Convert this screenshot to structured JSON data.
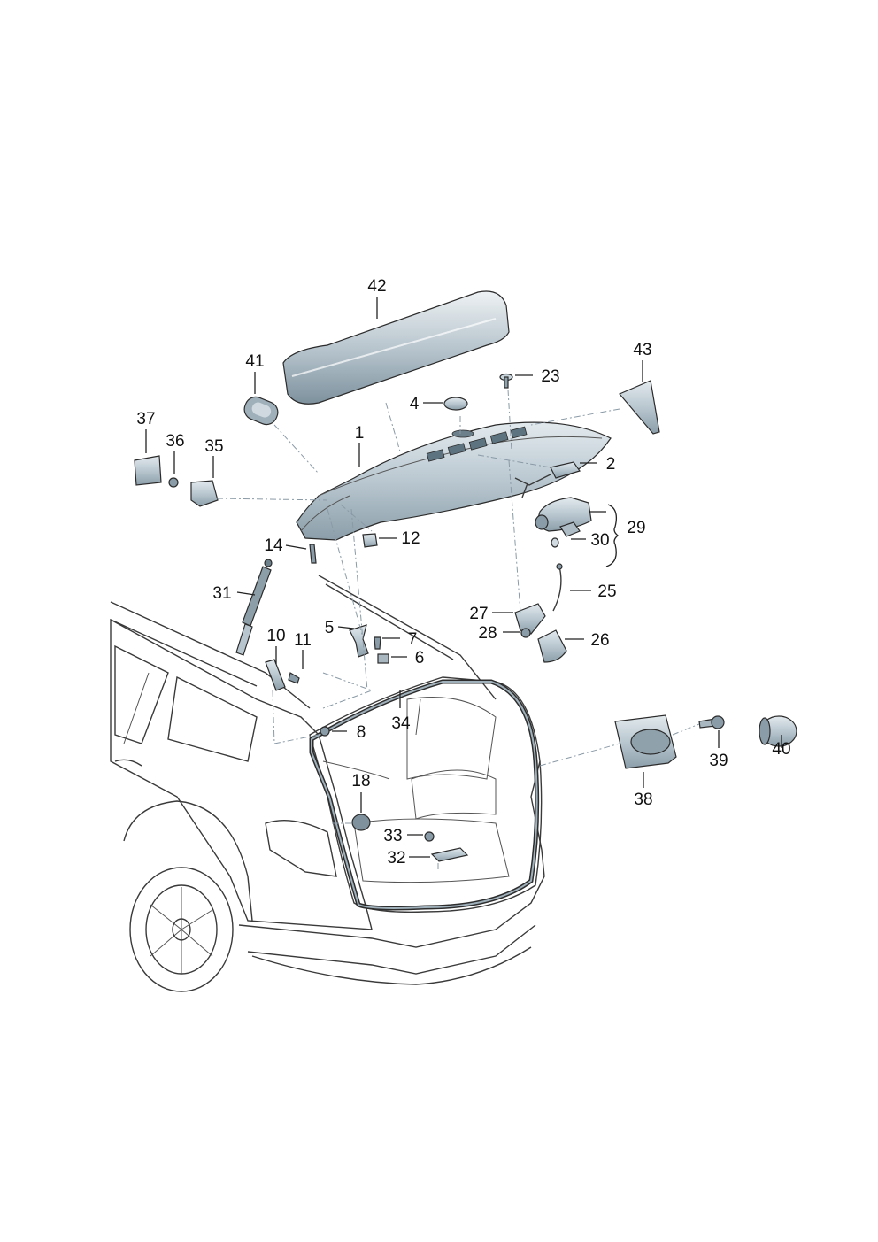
{
  "labels": {
    "l1": "1",
    "l2": "2",
    "l4": "4",
    "l5": "5",
    "l6": "6",
    "l7": "7",
    "l8": "8",
    "l10": "10",
    "l11": "11",
    "l12": "12",
    "l14": "14",
    "l18": "18",
    "l23": "23",
    "l25": "25",
    "l26": "26",
    "l27": "27",
    "l28": "28",
    "l29": "29",
    "l30": "30",
    "l31": "31",
    "l32": "32",
    "l33": "33",
    "l34": "34",
    "l35": "35",
    "l36": "36",
    "l37": "37",
    "l38": "38",
    "l39": "39",
    "l40": "40",
    "l41": "41",
    "l42": "42",
    "l43": "43"
  },
  "colors": {
    "part_fill": "#b7c5cf",
    "part_dark": "#7f939f",
    "part_light": "#dde5ea",
    "car_line": "#3a3a3a",
    "shade": "#d3dde3"
  }
}
